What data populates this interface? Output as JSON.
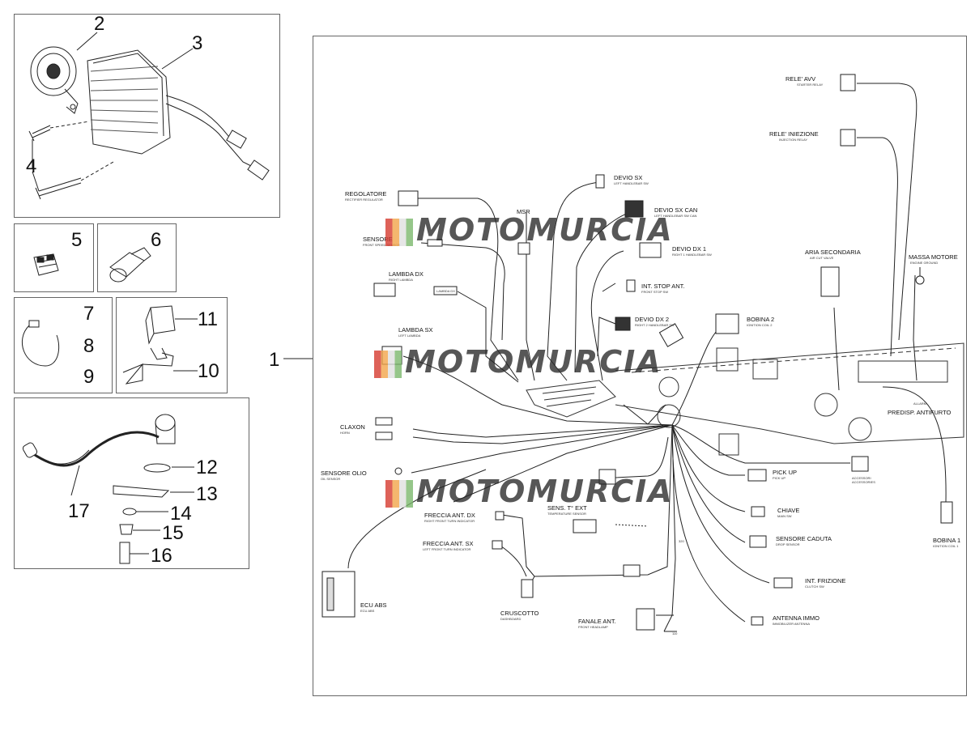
{
  "callouts": {
    "n1": "1",
    "n2": "2",
    "n3": "3",
    "n4": "4",
    "n5": "5",
    "n6": "6",
    "n7": "7",
    "n8": "8",
    "n9": "9",
    "n10": "10",
    "n11": "11",
    "n12": "12",
    "n13": "13",
    "n14": "14",
    "n15": "15",
    "n16": "16",
    "n17": "17"
  },
  "watermark": "MOTOMURCIA",
  "labels": {
    "rele_avv": {
      "it": "RELE' AVV",
      "en": "STARTER RELAY"
    },
    "rele_iniezione": {
      "it": "RELE' INIEZIONE",
      "en": "INJECTION RELAY"
    },
    "devio_sx": {
      "it": "DEVIO SX",
      "en": "LEFT HANDLEBAR SW"
    },
    "devio_sx_can": {
      "it": "DEVIO SX CAN",
      "en": "LEFT HANDLEBAR SW CAN"
    },
    "devio_dx1": {
      "it": "DEVIO DX 1",
      "en": "RIGHT 1 HANDLEBAR SW"
    },
    "int_stop_ant": {
      "it": "INT. STOP ANT.",
      "en": "FRONT STOP SW"
    },
    "devio_dx2": {
      "it": "DEVIO DX 2",
      "en": "RIGHT 2 HANDLEBAR SW"
    },
    "regolatore": {
      "it": "REGOLATORE",
      "en": "RECTIFIER REGULATOR"
    },
    "sensore": {
      "it": "SENSORE",
      "en": "FRONT SPEED SENSOR"
    },
    "msr": {
      "it": "MSR"
    },
    "lambda_dx": {
      "it": "LAMBDA DX",
      "en": "RIGHT LAMBDA",
      "tag": "LAMBDA DX"
    },
    "lambda_sx": {
      "it": "LAMBDA SX",
      "en": "LEFT LAMBDA"
    },
    "aria_secondaria": {
      "it": "ARIA SECONDARIA",
      "en": "AIR CUT VALVE"
    },
    "massa_motore": {
      "it": "MASSA MOTORE",
      "en": "ENGINE GROUND"
    },
    "bobina2": {
      "it": "BOBINA 2",
      "en": "IGNITION COIL 2"
    },
    "allarm": {
      "it": "ALLARM"
    },
    "predisp_antifurto": {
      "it": "PREDISP. ANTIFURTO"
    },
    "claxon": {
      "it": "CLAXON",
      "en": "HORN"
    },
    "sensore_olio": {
      "it": "SENSORE OLIO",
      "en": "OIL SENSOR"
    },
    "pick_up": {
      "it": "PICK UP",
      "en": "PICK UP"
    },
    "accessori": {
      "it": "ACCESSORI",
      "en": "ACCESSORIES"
    },
    "chiave": {
      "it": "CHIAVE",
      "en": "MAIN SW"
    },
    "bobina1": {
      "it": "BOBINA 1",
      "en": "IGNITION COIL 1"
    },
    "sensore_caduta": {
      "it": "SENSORE CADUTA",
      "en": "DROP SENSOR"
    },
    "sens_t_ext": {
      "it": "SENS. T° EXT",
      "en": "TEMPERATURE SENSOR"
    },
    "freccia_ant_dx": {
      "it": "FRECCIA ANT. DX",
      "en": "RIGHT FRONT TURN INDICATOR"
    },
    "freccia_ant_sx": {
      "it": "FRECCIA ANT. SX",
      "en": "LEFT FRONT TURN INDICATOR"
    },
    "int_frizione": {
      "it": "INT. FRIZIONE",
      "en": "CLUTCH SW"
    },
    "antenna_immo": {
      "it": "ANTENNA IMMO",
      "en": "IMMOBILIZER ANTENNA"
    },
    "ecu_abs": {
      "it": "ECU ABS",
      "en": "ECU ABS"
    },
    "cruscotto": {
      "it": "CRUSCOTTO",
      "en": "DASHBOARD"
    },
    "fanale_ant": {
      "it": "FANALE ANT.",
      "en": "FRONT HEADLAMP"
    },
    "dim_320": "320",
    "dim_110": "110"
  }
}
